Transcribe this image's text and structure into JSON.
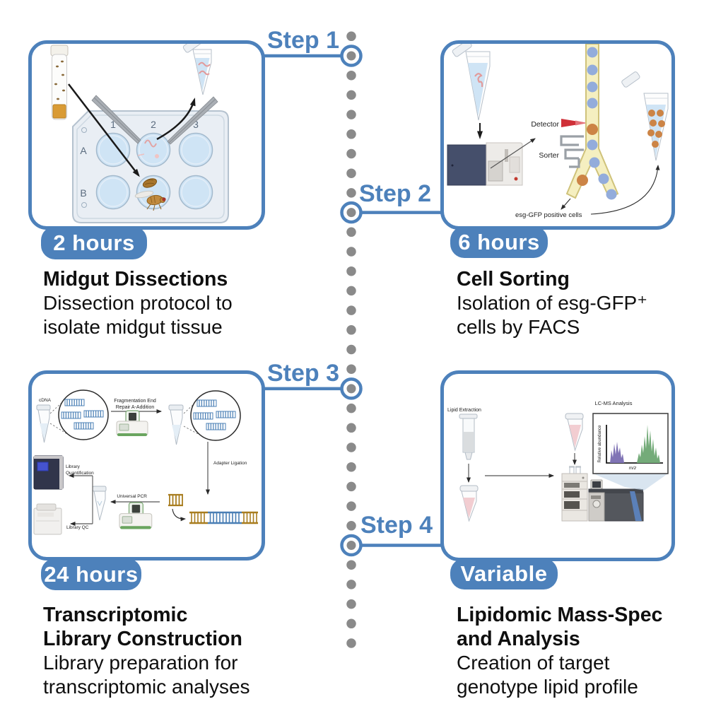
{
  "colors": {
    "accent": "#4d81bb",
    "dot_gray": "#8a8a8a",
    "badge_text": "#ffffff",
    "body_text": "#0f0f0f",
    "channel_yellow": "#f5efc0",
    "channel_border": "#cfc27a",
    "cell_blue": "#93acdb",
    "cell_orange": "#cc8446",
    "laser_red": "#cf3038",
    "dna_blue": "#4a7fb5",
    "adapter_gold": "#a87d1f",
    "peaks_purple": "#8074b5",
    "peaks_green": "#74ab79",
    "liquid_blue": "#cfe4f5",
    "liquid_pink": "#f2cdd1"
  },
  "steps": [
    {
      "label": "Step 1"
    },
    {
      "label": "Step 2"
    },
    {
      "label": "Step 3"
    },
    {
      "label": "Step 4"
    }
  ],
  "cards": [
    {
      "duration": "2 hours",
      "title_lines": [
        "Midgut Dissections"
      ],
      "desc_lines": [
        "Dissection protocol to",
        "isolate midgut tissue"
      ],
      "plate": {
        "columns": [
          "1",
          "2",
          "3"
        ],
        "rows": [
          "A",
          "B"
        ]
      }
    },
    {
      "duration": "6 hours",
      "title_lines": [
        "Cell Sorting"
      ],
      "desc_lines": [
        "Isolation of esg-GFP⁺",
        "cells by FACS"
      ],
      "labels": {
        "detector": "Detector",
        "sorter": "Sorter",
        "positive_cells": "esg-GFP positive cells"
      }
    },
    {
      "duration": "24 hours",
      "title_lines": [
        "Transcriptomic",
        "Library Construction"
      ],
      "desc_lines": [
        "Library preparation for",
        "transcriptomic analyses"
      ],
      "labels": {
        "cdna": "cDNA",
        "fragmentation_line1": "Fragmentation End",
        "fragmentation_line2": "Repair A-Addition",
        "adapter_ligation": "Adapter Ligation",
        "universal_pcr": "Universal PCR",
        "library_line1": "Library",
        "library_line2": "Quantification",
        "library_qc": "Library QC"
      }
    },
    {
      "duration": "Variable",
      "title_lines": [
        "Lipidomic Mass-Spec",
        "and Analysis"
      ],
      "desc_lines": [
        "Creation of target",
        "genotype lipid profile"
      ],
      "labels": {
        "lipid_extraction": "Lipid Extraction",
        "lcms_analysis": "LC-MS Analysis",
        "y_axis": "Relative abundance",
        "x_axis": "m/z"
      }
    }
  ]
}
